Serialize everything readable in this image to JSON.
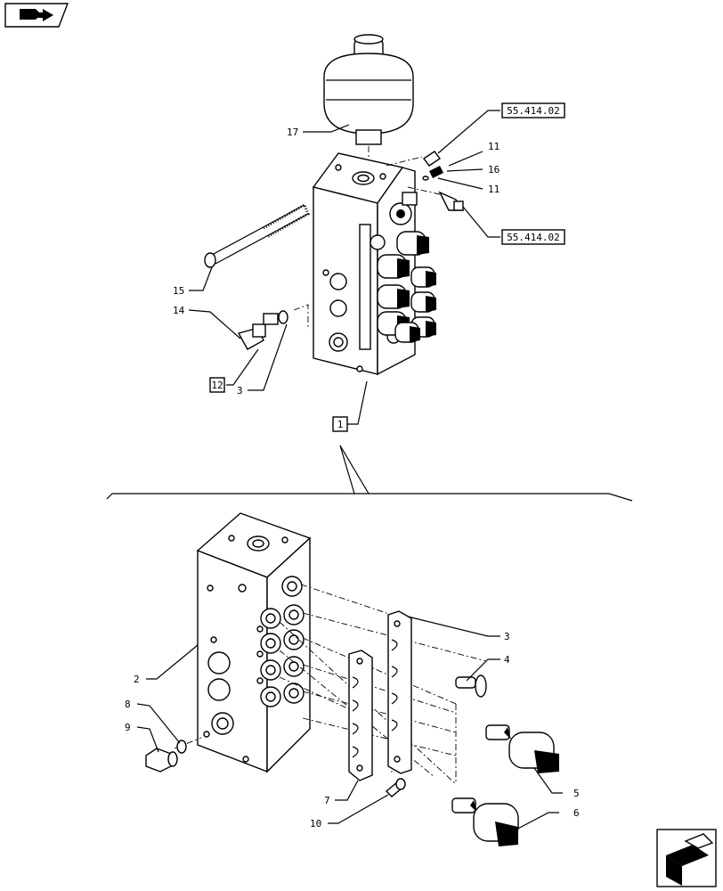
{
  "nav": {
    "prev_icon": "back-arrow-icon",
    "next_icon": "forward-arrow-icon"
  },
  "references": {
    "ref_top": "55.414.02",
    "ref_bottom": "55.414.02"
  },
  "callouts": {
    "c1": "1",
    "c2": "2",
    "c3a": "3",
    "c3b": "3",
    "c4": "4",
    "c5": "5",
    "c6": "6",
    "c7": "7",
    "c8": "8",
    "c9": "9",
    "c10": "10",
    "c11a": "11",
    "c11b": "11",
    "c12": "12",
    "c14": "14",
    "c15": "15",
    "c16": "16",
    "c17": "17"
  }
}
